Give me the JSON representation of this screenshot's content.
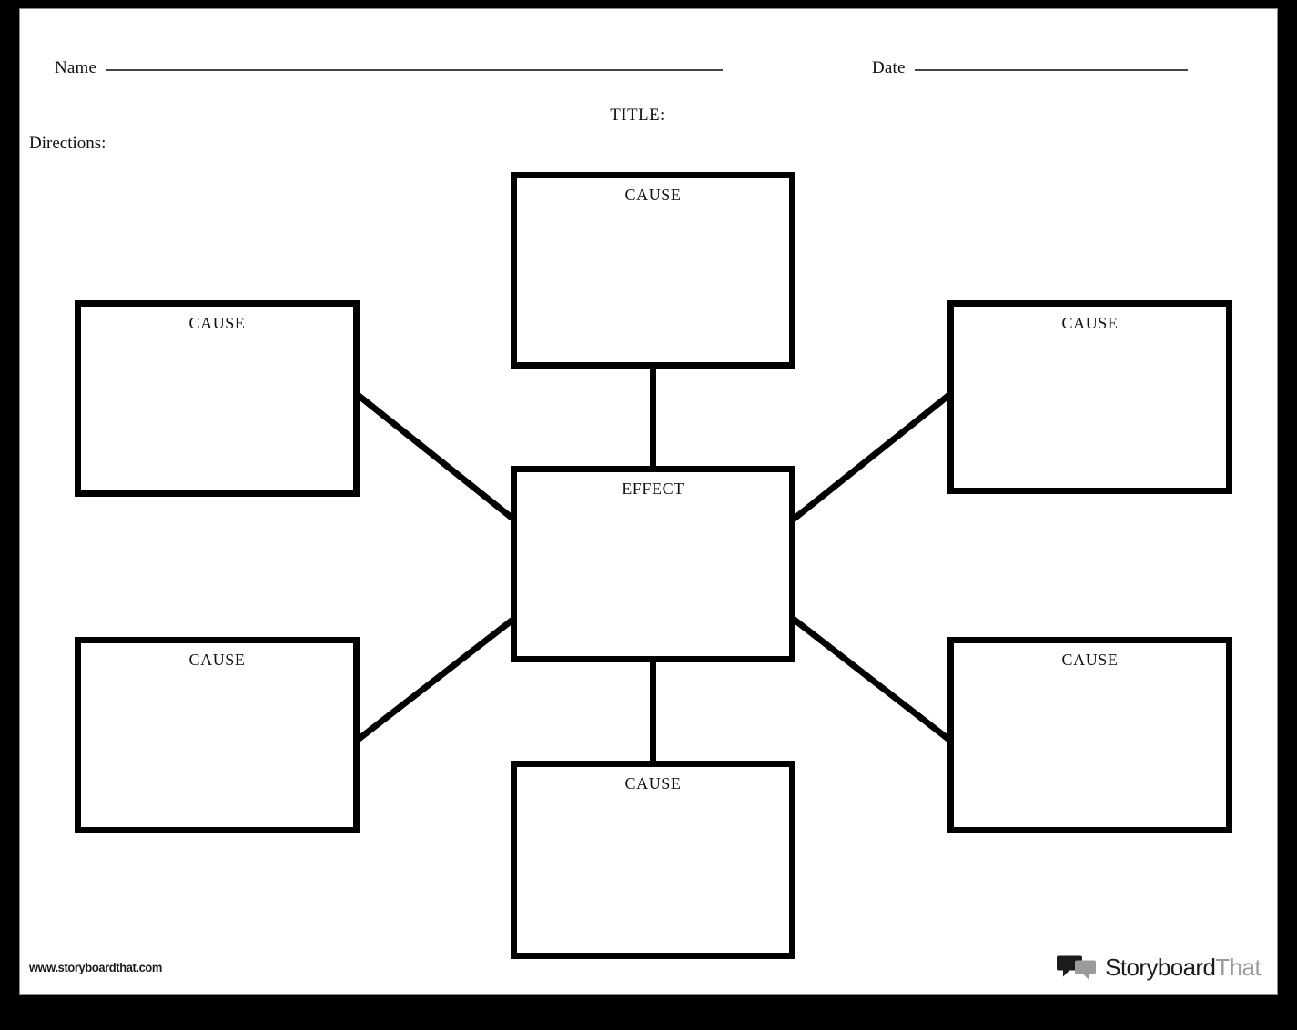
{
  "document": {
    "type": "cause-and-effect graphic organizer worksheet",
    "header": {
      "name_label": "Name",
      "name_value": "",
      "date_label": "Date",
      "date_value": "",
      "title_label": "TITLE:",
      "title_value": "",
      "directions_label": "Directions:",
      "directions_value": ""
    },
    "diagram": {
      "center": {
        "id": "effect",
        "label": "EFFECT",
        "value": ""
      },
      "causes": [
        {
          "id": "cause-top",
          "label": "CAUSE",
          "value": "",
          "position": "top"
        },
        {
          "id": "cause-left-top",
          "label": "CAUSE",
          "value": "",
          "position": "left-top"
        },
        {
          "id": "cause-right-top",
          "label": "CAUSE",
          "value": "",
          "position": "right-top"
        },
        {
          "id": "cause-left-bottom",
          "label": "CAUSE",
          "value": "",
          "position": "left-bottom"
        },
        {
          "id": "cause-right-bottom",
          "label": "CAUSE",
          "value": "",
          "position": "right-bottom"
        },
        {
          "id": "cause-bottom",
          "label": "CAUSE",
          "value": "",
          "position": "bottom"
        }
      ],
      "connector_count": 6
    },
    "footer": {
      "url": "www.storyboardthat.com",
      "brand_primary": "Storyboard",
      "brand_secondary": "That"
    },
    "colors": {
      "frame": "#000000",
      "paper": "#ffffff",
      "ink": "#111111",
      "rule": "#444444",
      "brand_primary": "#1c1c1c",
      "brand_secondary": "#9b9b9b"
    }
  }
}
